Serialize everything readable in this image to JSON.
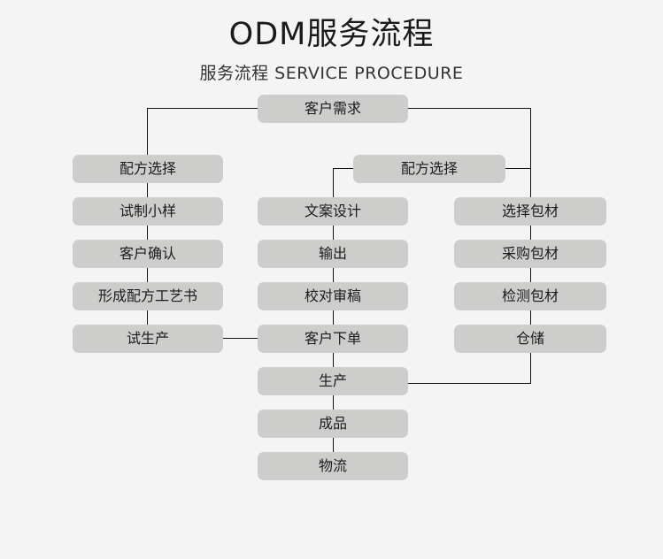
{
  "header": {
    "title": "ODM服务流程",
    "subtitle": "服务流程 SERVICE PROCEDURE"
  },
  "colors": {
    "background": "#f4f4f4",
    "node_fill": "#cdcdcb",
    "node_text": "#1c1c1c",
    "connector": "#121212",
    "title_text": "#1a1a1a"
  },
  "flow": {
    "root": {
      "label": "客户需求"
    },
    "branch_head": {
      "label": "配方选择"
    },
    "left_column": [
      {
        "label": "配方选择"
      },
      {
        "label": "试制小样"
      },
      {
        "label": "客户确认"
      },
      {
        "label": "形成配方工艺书"
      },
      {
        "label": "试生产"
      }
    ],
    "middle_column": [
      {
        "label": "文案设计"
      },
      {
        "label": "输出"
      },
      {
        "label": "校对审稿"
      },
      {
        "label": "客户下单"
      },
      {
        "label": "生产"
      },
      {
        "label": "成品"
      },
      {
        "label": "物流"
      }
    ],
    "right_column": [
      {
        "label": "选择包材"
      },
      {
        "label": "采购包材"
      },
      {
        "label": "检测包材"
      },
      {
        "label": "仓储"
      }
    ]
  }
}
